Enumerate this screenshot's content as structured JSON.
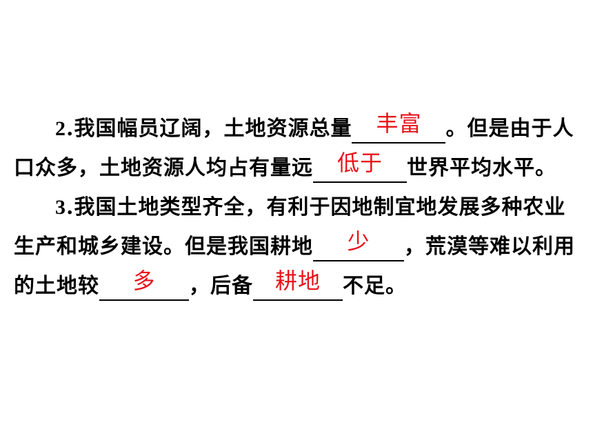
{
  "colors": {
    "text": "#000000",
    "answer": "#e8131b",
    "background": "#ffffff"
  },
  "q2": {
    "number": "2",
    "sep": ".",
    "t1": "我国幅员辽阔，土地资源总量",
    "a1": "丰富",
    "t2": "。但是由于人口众多，土地资源人均占有量远",
    "a2": "低于",
    "t3": "世界平均水平。"
  },
  "q3": {
    "number": "3",
    "sep": ".",
    "t1": "我国土地类型齐全，有利于因地制宜地发展多种农业生产和城乡建设。但是我国耕地",
    "a1": "少",
    "t2": "，荒漠等难以利用的土地较",
    "a2": "多",
    "t3": "，后备",
    "a3": "耕地",
    "t4": "不足。"
  }
}
